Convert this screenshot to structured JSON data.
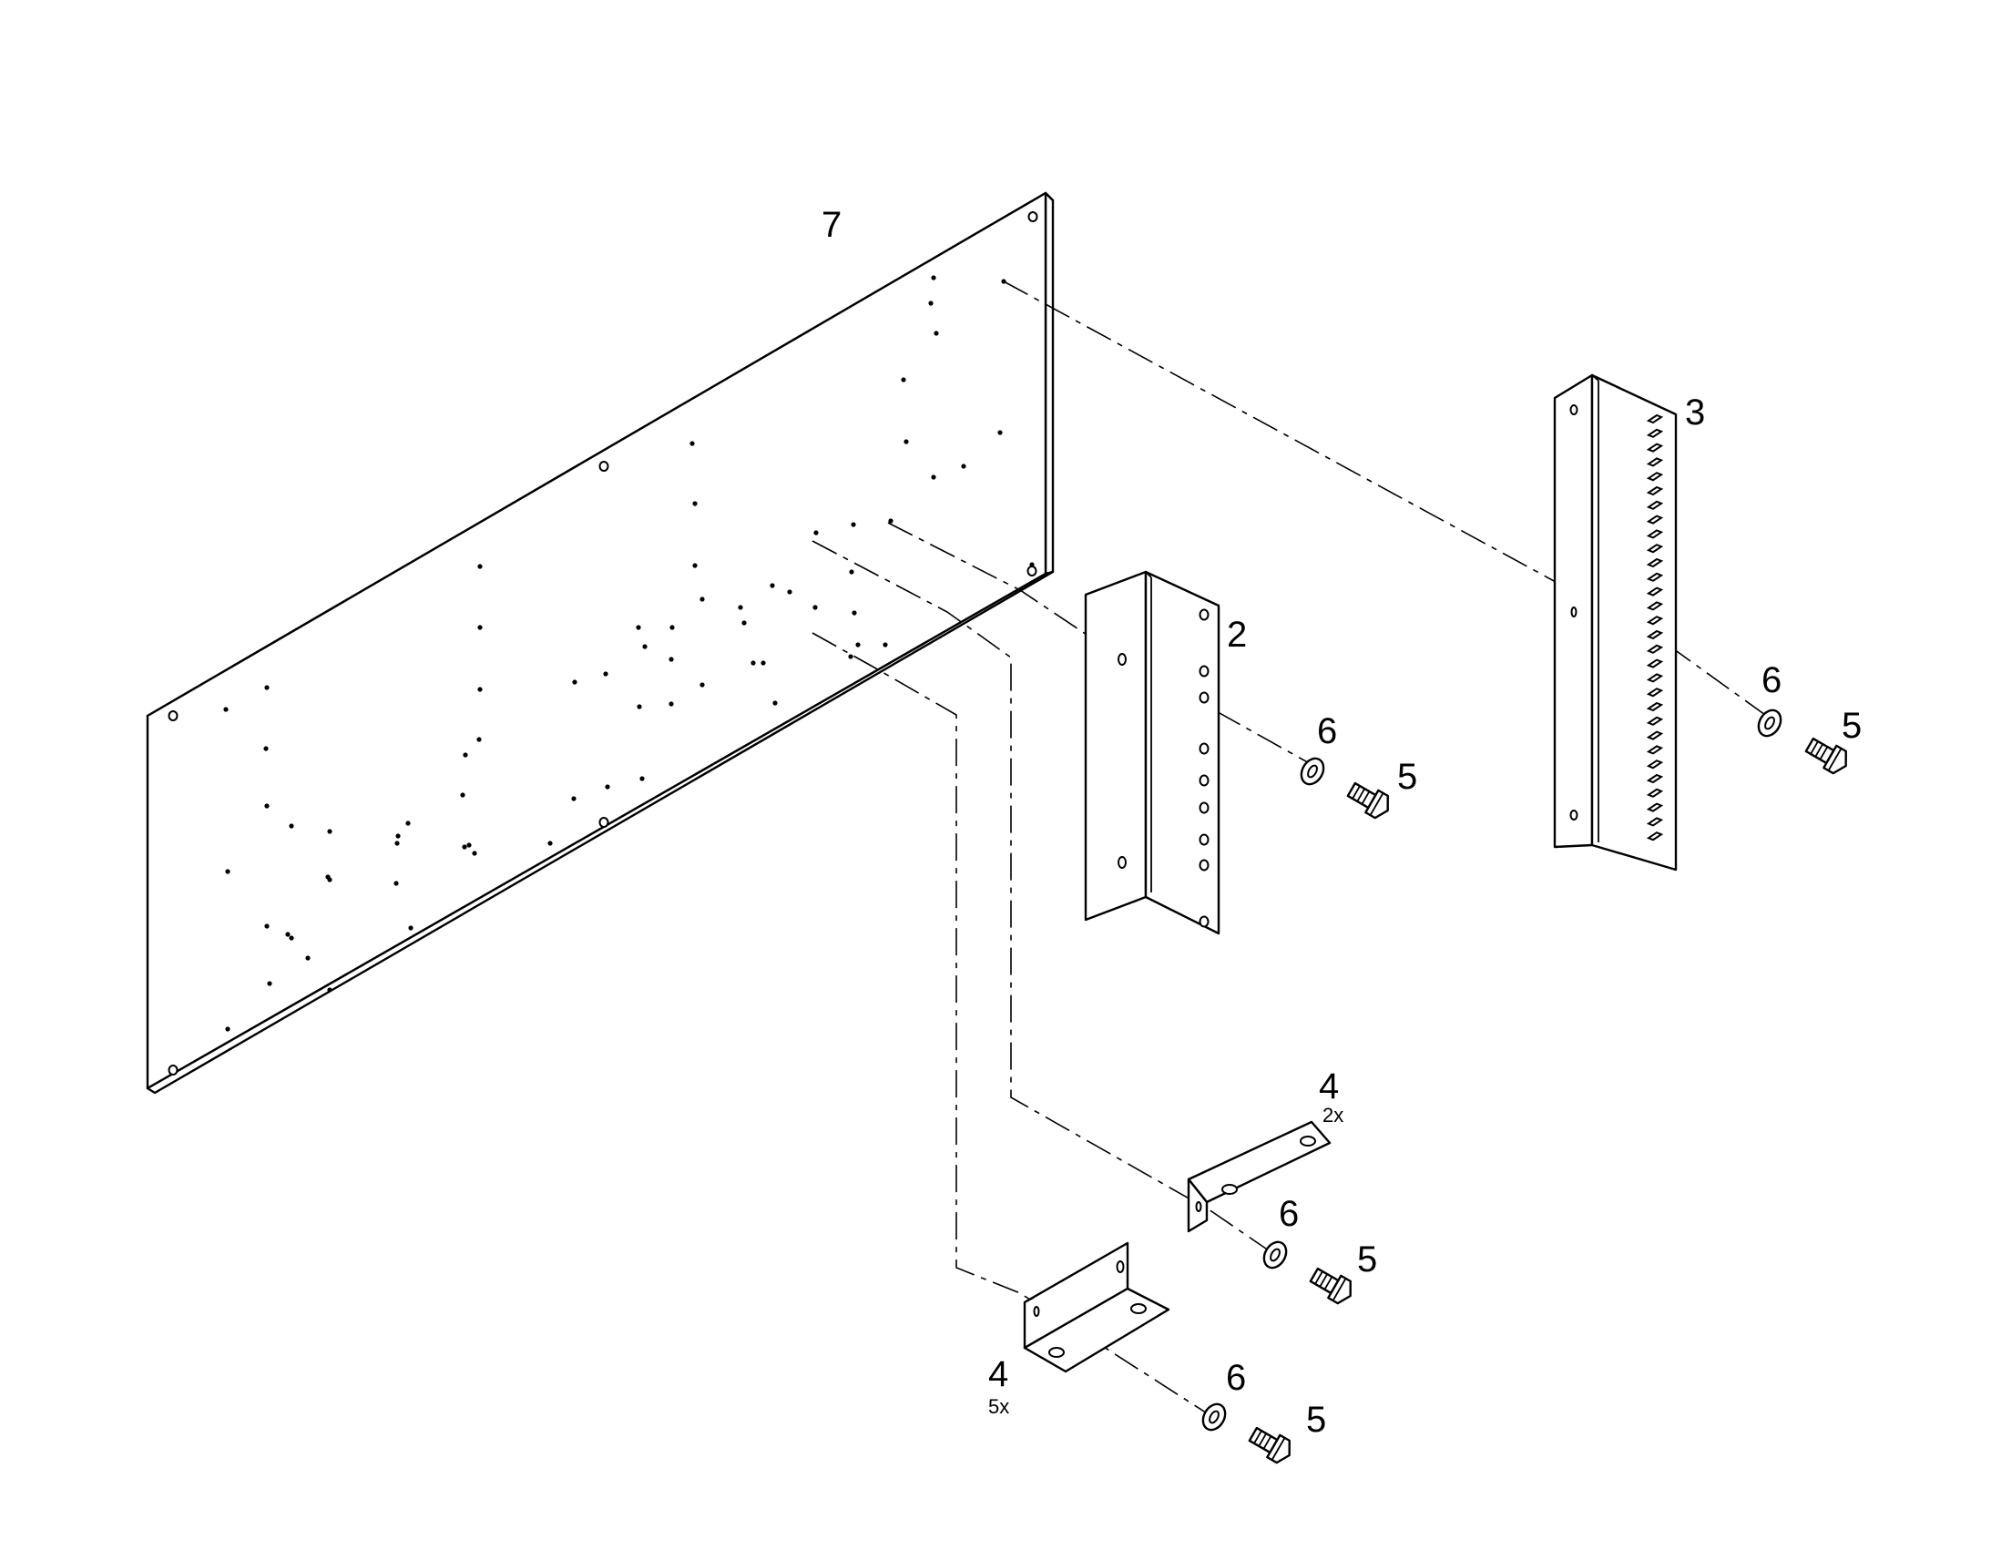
{
  "callouts": {
    "panel": "7",
    "rail_slotted": "3",
    "rail_angle": "2",
    "bracket_upper": "4",
    "bracket_upper_qty": "2x",
    "bracket_lower": "4",
    "bracket_lower_qty": "5x",
    "washer": "6",
    "bolt": "5"
  },
  "colors": {
    "line": "#000000",
    "background": "#ffffff"
  }
}
